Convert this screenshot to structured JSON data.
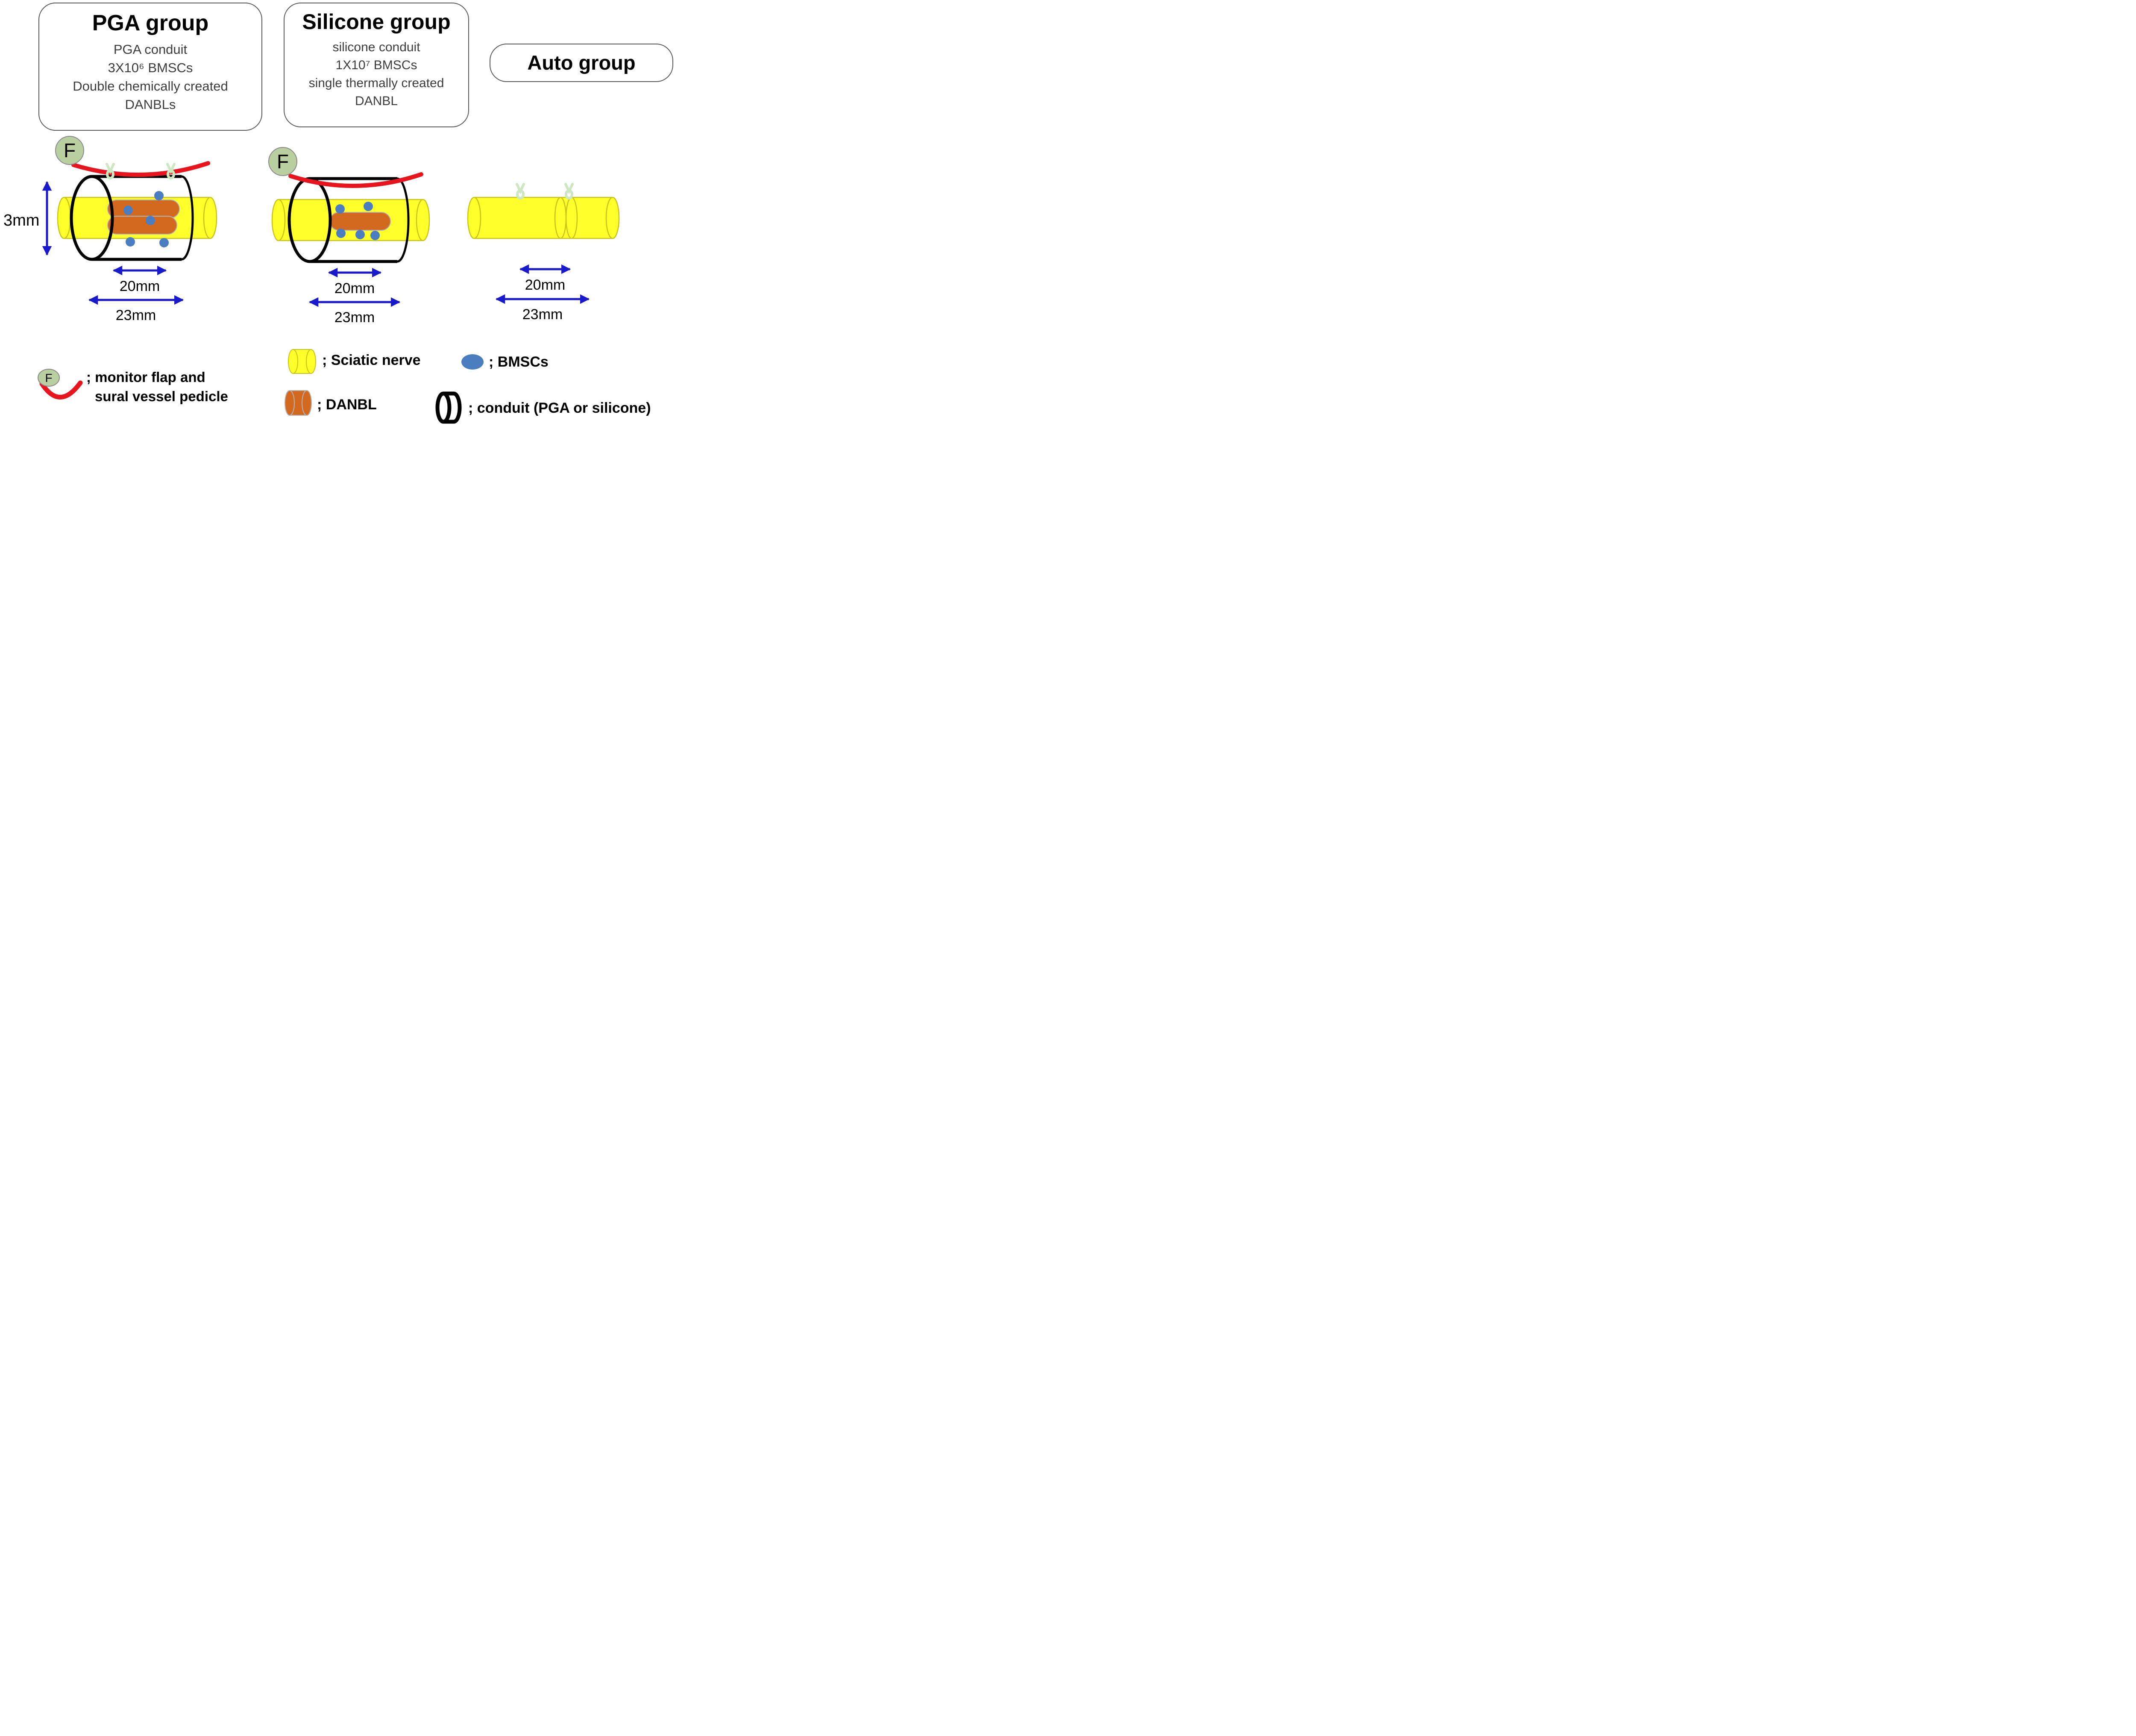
{
  "figure": {
    "groups": {
      "pga": {
        "title": "PGA group",
        "lines": [
          "PGA conduit",
          "3X10⁶ BMSCs",
          "Double chemically created",
          "DANBLs"
        ],
        "flap_label": "F",
        "dim_inner": "20mm",
        "dim_outer": "23mm"
      },
      "silicone": {
        "title": "Silicone group",
        "lines": [
          "silicone conduit",
          "1X10⁷ BMSCs",
          "single thermally created",
          "DANBL"
        ],
        "flap_label": "F",
        "dim_inner": "20mm",
        "dim_outer": "23mm"
      },
      "auto": {
        "title": "Auto group",
        "dim_inner": "20mm",
        "dim_outer": "23mm"
      }
    },
    "dim_diameter": "3mm",
    "legend": {
      "flap_symbol": "F",
      "flap_line1": "; monitor flap and",
      "flap_line2": "sural vessel pedicle",
      "sciatic": "; Sciatic nerve",
      "bmscs": "; BMSCs",
      "danbl": "; DANBL",
      "conduit": "; conduit (PGA or silicone)"
    },
    "colors": {
      "nerve_yellow": "#ffff2b",
      "nerve_outline": "#c9c41c",
      "danbl_orange": "#d2691e",
      "bmsc_blue": "#4a7ec0",
      "flap_red": "#e8141e",
      "arrow_blue": "#1a1acd",
      "flap_circle_green": "#b9cf9f",
      "suture_green": "#cde7c0",
      "conduit_black": "#000000"
    }
  }
}
